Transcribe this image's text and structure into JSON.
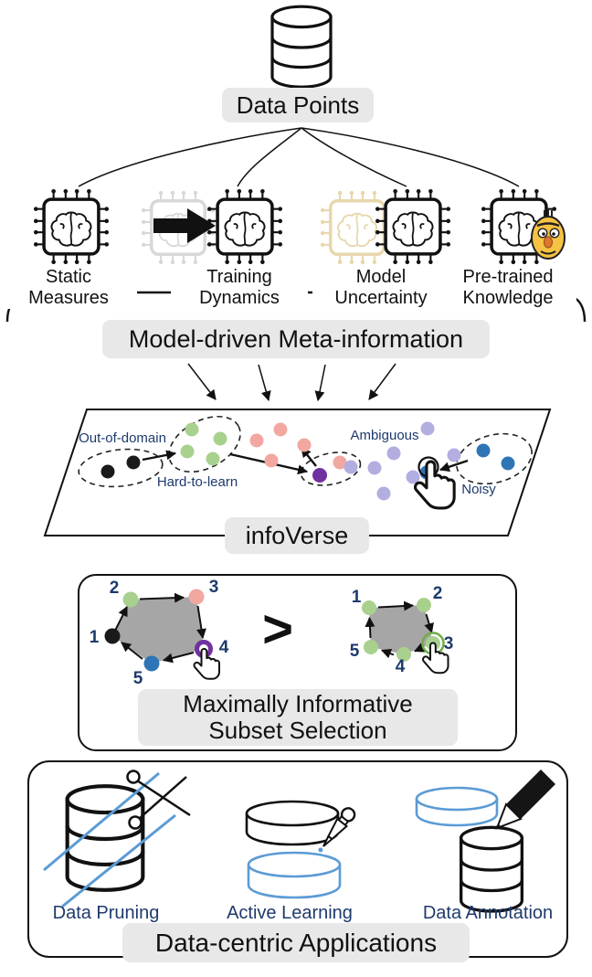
{
  "palette": {
    "pill_bg": "#e8e8e8",
    "navy": "#1e3a6d",
    "green": "#a9d18e",
    "pink": "#f2a7a1",
    "purple": "#7030a0",
    "lavender": "#b3aee0",
    "blue": "#2e75b6",
    "black": "#1a1a1a",
    "polygon_gray": "#a6a6a6",
    "accent_blue_outline": "#5b9bd5",
    "ring_green": "#70ad47",
    "bert_yellow": "#f6c243",
    "bert_nose": "#e2762d"
  },
  "icons": {
    "database": "cylinder-db-icon",
    "chip_brain": "ai-chip-brain-icon",
    "bert": "bert-face-icon",
    "hand": "hand-cursor-icon",
    "scissors": "scissors-icon",
    "dropper": "eyedropper-icon",
    "pencil": "pencil-icon"
  },
  "data_points": {
    "label": "Data Points"
  },
  "meta": {
    "banner": "Model-driven Meta-information",
    "sources": [
      {
        "line1": "Static",
        "line2": "Measures"
      },
      {
        "line1": "Training",
        "line2": "Dynamics"
      },
      {
        "line1": "Model",
        "line2": "Uncertainty"
      },
      {
        "line1": "Pre-trained",
        "line2": "Knowledge"
      }
    ]
  },
  "infoverse": {
    "title": "infoVerse",
    "regions": {
      "out_of_domain": "Out-of-domain",
      "hard_to_learn": "Hard-to-learn",
      "ambiguous": "Ambiguous",
      "noisy": "Noisy"
    }
  },
  "subset": {
    "comparator": ">",
    "left_numbers": [
      "1",
      "2",
      "3",
      "4",
      "5"
    ],
    "right_numbers": [
      "1",
      "2",
      "3",
      "4",
      "5"
    ],
    "caption_line1": "Maximally Informative",
    "caption_line2": "Subset Selection"
  },
  "applications": {
    "banner": "Data-centric Applications",
    "items": [
      {
        "label": "Data Pruning"
      },
      {
        "label": "Active Learning"
      },
      {
        "label": "Data Annotation"
      }
    ]
  }
}
